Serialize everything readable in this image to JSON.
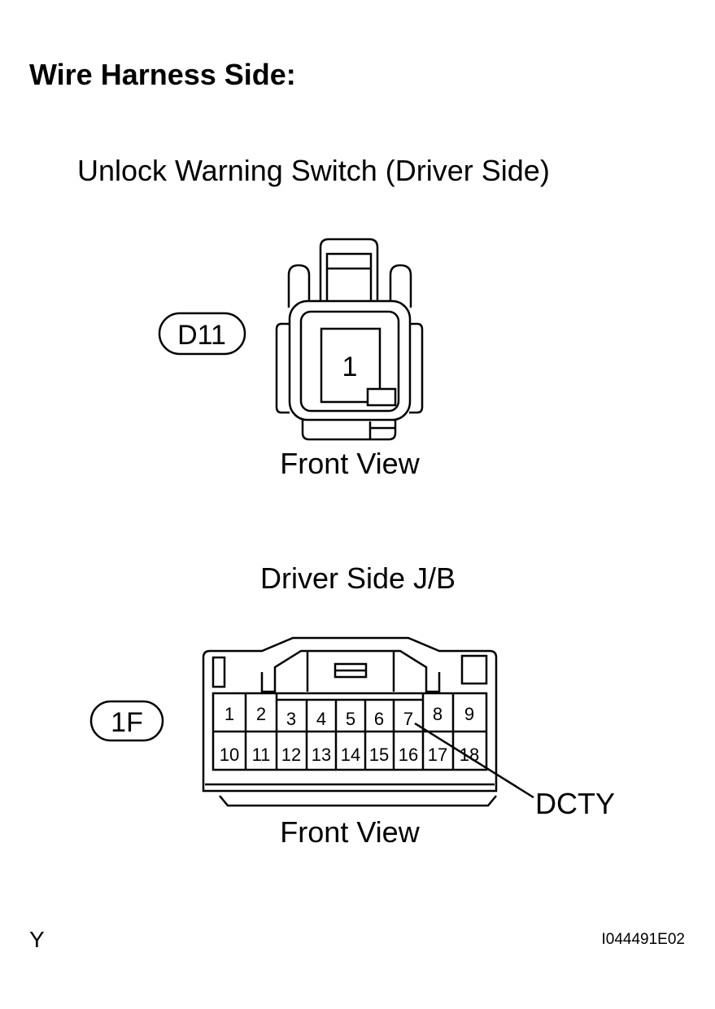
{
  "heading": "Wire Harness Side:",
  "connector_d11": {
    "title": "Unlock Warning Switch (Driver Side)",
    "code": "D11",
    "pins": [
      "1"
    ],
    "view_label": "Front View"
  },
  "connector_1f": {
    "title": "Driver Side J/B",
    "code": "1F",
    "pins_top": [
      "1",
      "2",
      "3",
      "4",
      "5",
      "6",
      "7",
      "8",
      "9"
    ],
    "pins_bottom": [
      "10",
      "11",
      "12",
      "13",
      "14",
      "15",
      "16",
      "17",
      "18"
    ],
    "callout": "DCTY",
    "view_label": "Front View"
  },
  "footer": {
    "left_mark": "Y",
    "figure_id": "I044491E02"
  }
}
